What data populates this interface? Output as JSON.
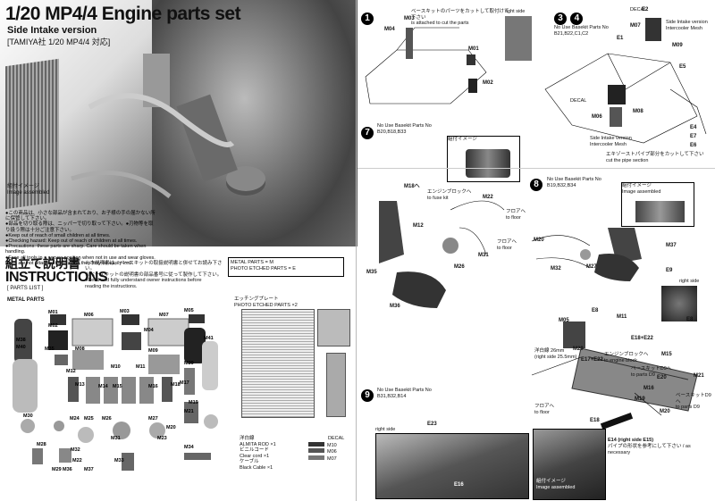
{
  "header": {
    "title": "1/20 MP4/4 Engine parts set",
    "subtitle": "Side Intake version",
    "subtitle_jp": "[TAMIYA社 1/20 MP4/4 対応]"
  },
  "photo": {
    "caption_jp": "組付イメージ",
    "caption_en": "Image assembled"
  },
  "warning": {
    "lines": [
      "●この商品は、小さな部品が含まれており、お子様の手の届かない所に保管して下さい。",
      "●部品を切り取る際は、ニッパーで切り取って下さい。●刃物等を取り扱う際は十分ご注意下さい。",
      "●Keep out of reach of small children at all times.",
      "●Checking hazard: Keep out of reach of children at all times.",
      "●Precautions: these parts are sharp. Care should be taken when handling.",
      "●Face all tools in a secure position when not in use and wear gloves.",
      "Parts are not attached to frets and they may be easily lost."
    ]
  },
  "instructions": {
    "heading_jp": "組立て説明書",
    "heading_en": "INSTRUCTIONS",
    "note_lines": [
      "※本説明書は、ベースキットの取扱説明書と併せてお読み下さい。",
      "※ベースキットの説明書の部品番号に従って製作して下さい。",
      "●Read and fully understand owner instructions before",
      "  reading the instructions."
    ],
    "legend_lines": [
      "METAL PARTS = M",
      "PHOTO ETCHED PARTS = E"
    ],
    "parts_list_label": "[ PARTS LIST ]",
    "metal_parts_label": "METAL PARTS",
    "pe_label_jp": "エッチングプレート",
    "pe_label_en": "PHOTO ETCHED PARTS ×2",
    "accessories": [
      {
        "jp": "洋白線",
        "en": "ALMITA ROD ×1"
      },
      {
        "jp": "ビニルコード",
        "en": "Clear cord ×1"
      },
      {
        "jp": "ケーブル",
        "en": "Black Cable ×1"
      }
    ],
    "decal_label": "DECAL",
    "decal_items": [
      "M10",
      "M06",
      "M07"
    ]
  },
  "metal_parts": [
    "M01",
    "M02",
    "M03",
    "M04",
    "M05",
    "M06",
    "M07",
    "M08",
    "M09",
    "M10",
    "M11",
    "M12",
    "M13",
    "M14",
    "M15",
    "M16",
    "M17",
    "M18",
    "M19",
    "M20",
    "M21",
    "M22",
    "M23",
    "M24",
    "M25",
    "M26",
    "M27",
    "M28",
    "M29",
    "M30",
    "M31",
    "M32",
    "M33",
    "M34",
    "M35",
    "M36",
    "M37",
    "M38",
    "M39",
    "M40",
    "M41"
  ],
  "steps": {
    "step1": {
      "num": "1",
      "note_jp": "ベースキットのパーツをカットして取付けて下さい",
      "note_en": "is attached to cut the parts",
      "right_side": "right side",
      "labels": [
        "M03",
        "M04",
        "M01",
        "M02"
      ]
    },
    "step34": {
      "num_a": "3",
      "num_b": "4",
      "no_use": "No Use Basekit Parts No",
      "parts": "B21,B22,C1,C2",
      "decal": "DECAL",
      "side_intake": "Side Intake version",
      "intercooler": "Intercooler Mesh",
      "side_intake2": "Side Intake version",
      "intercooler2": "Intercooler Mesh",
      "labels": [
        "E2",
        "M07",
        "E1",
        "M09",
        "E5",
        "M06",
        "M08",
        "E4",
        "E7",
        "E6"
      ],
      "cut_note_jp": "エキゾーストパイプ部分をカットして下さい",
      "cut_note_en": "cut the pipe section"
    },
    "step7": {
      "num": "7",
      "no_use": "No Use Basekit Parts No",
      "parts": "B20,B18,B33",
      "img_jp": "組付イメージ",
      "img_en": "Image assembled",
      "labels": [
        "M18へ",
        "M22",
        "M12",
        "M35",
        "M26",
        "M31",
        "M36"
      ],
      "to_fuse_jp": "エンジンブロックへ",
      "to_fuse_en": "to fuse kit",
      "to_floor_jp": "フロアへ",
      "to_floor_en": "to floor",
      "to_floor2_jp": "フロアへ",
      "to_floor2_en": "to floor"
    },
    "step8": {
      "num": "8",
      "no_use": "No Use Basekit Parts No",
      "parts": "B19,B32,B34",
      "img_jp": "組付イメージ",
      "img_en": "Image assembled",
      "labels": [
        "M20",
        "M37",
        "M32",
        "M27",
        "E9"
      ]
    },
    "step9": {
      "num": "9",
      "no_use": "No Use Basekit Parts No",
      "parts": "B31,B32,B14",
      "right_side": "right side",
      "labels": [
        "E23",
        "E16"
      ]
    },
    "step_right": {
      "right_side": "right side",
      "labels": [
        "E8",
        "M05",
        "E8",
        "M11",
        "E18+E22",
        "M29",
        "E17+E22",
        "M15",
        "E20",
        "M16",
        "M21",
        "M19",
        "E18",
        "M20"
      ],
      "wire_jp": "洋白線 26mm",
      "wire_en": "(right side 25.5mm)",
      "engine_jp": "エンジンブロックへ",
      "engine_en": "to engine block",
      "base_jp": "ベースキットD9へ",
      "base_en": "to parts D9",
      "base2_jp": "ベースキットD9へ",
      "base2_en": "to parts D9",
      "floor_jp": "フロアへ",
      "floor_en": "to floor",
      "e14": "E14 (right side E15)",
      "e14_note": "パイプの形状を参考にして下さい / as necessary",
      "img_jp": "組付イメージ",
      "img_en": "Image assembled"
    }
  }
}
